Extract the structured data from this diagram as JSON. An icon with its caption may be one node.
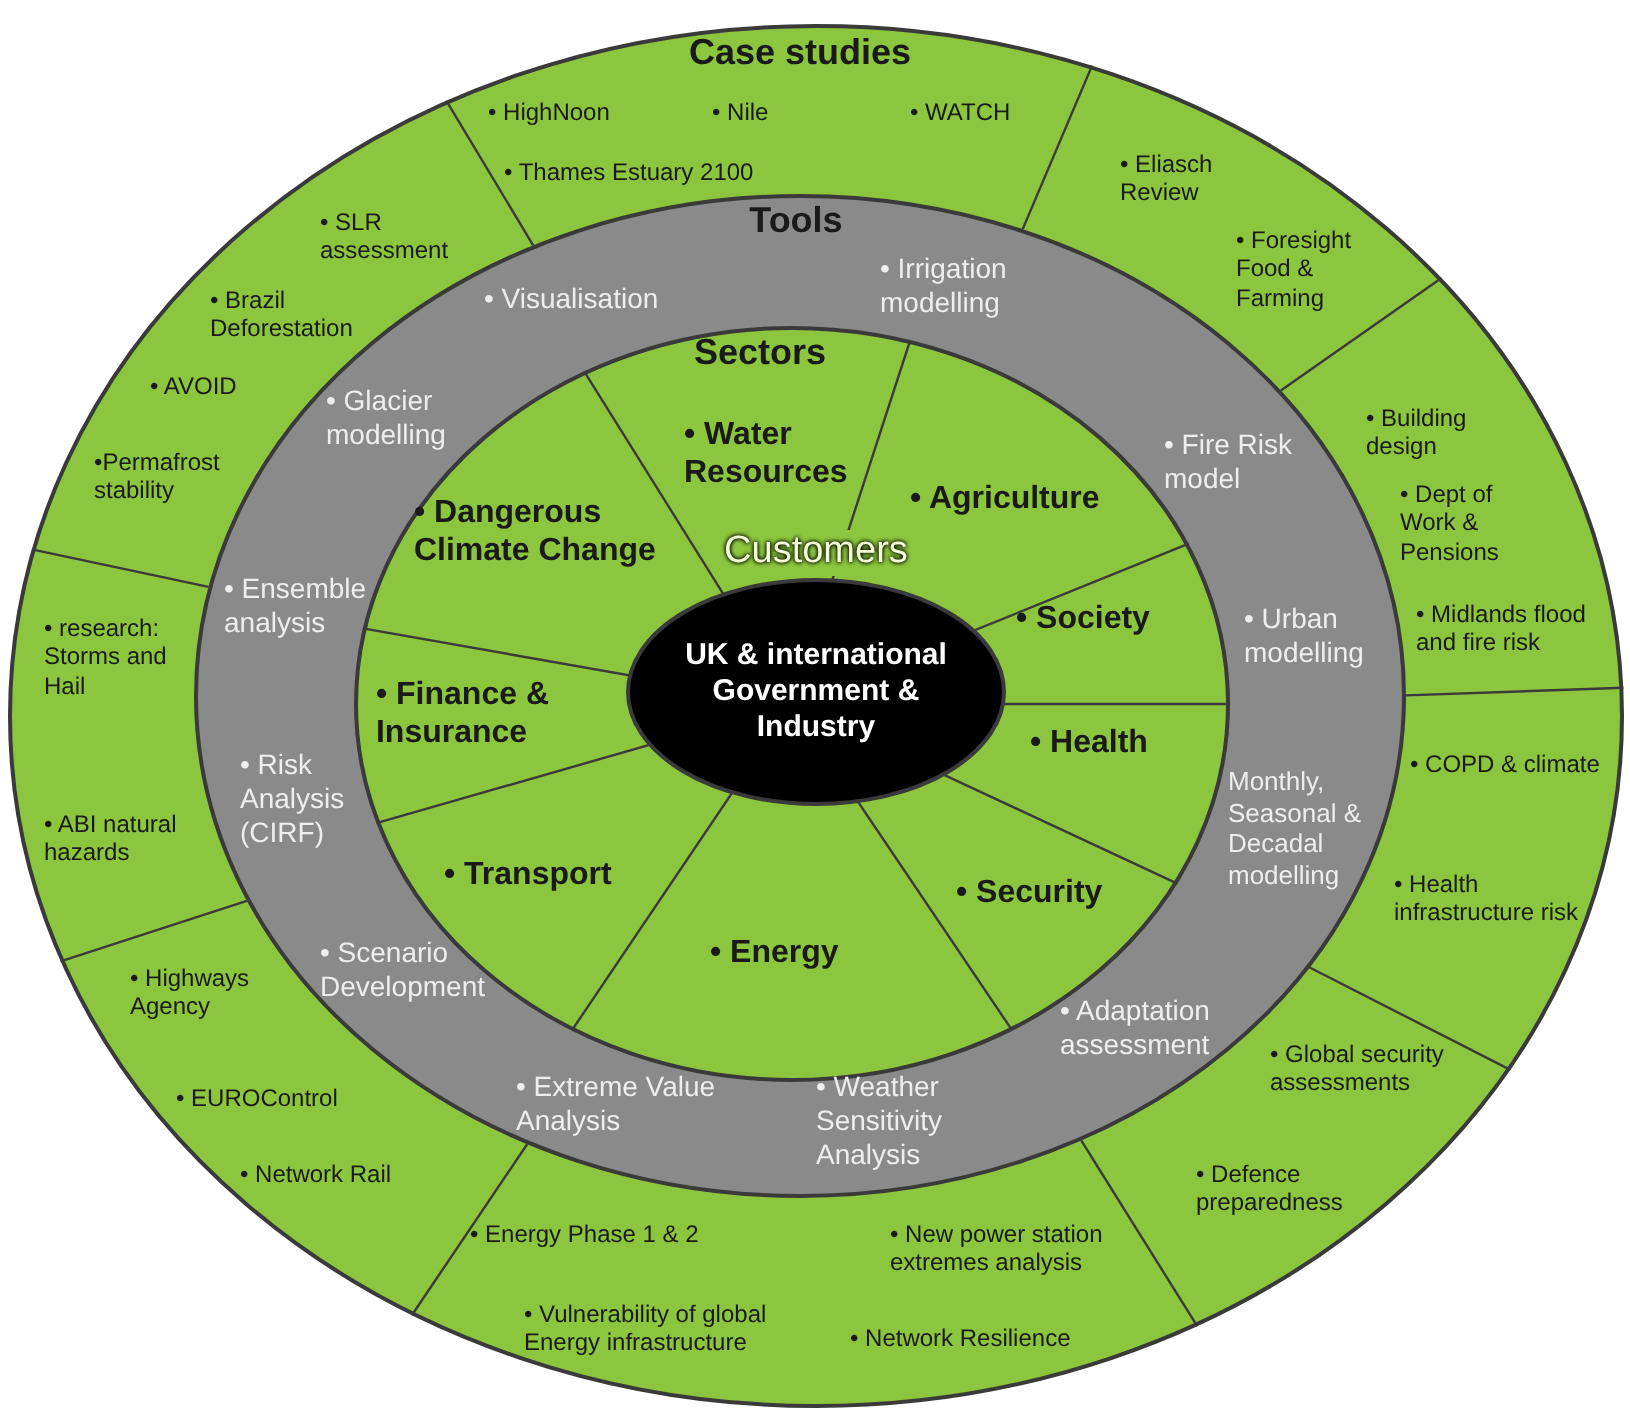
{
  "diagram": {
    "nodes": [
      {
        "text": [
          "Case studies",
          "• HighNoon",
          "• Nile",
          "• WATCH",
          "• Thames Estuary 2100",
          "• Eliasch Review",
          "• Foresight Food & Farming",
          "• Building design",
          "• Dept of Work & Pensions",
          "• Midlands flood and fire risk",
          "• COPD & climate",
          "• Health infrastructure risk",
          "• Global security assessments",
          "• Defence preparedness",
          "• Energy Phase 1 & 2",
          "• New power station extremes analysis",
          "• Vulnerability of global Energy infrastructure",
          "• Network Resilience",
          "• Highways Agency",
          "• EUROControl",
          "• Network Rail",
          "• research: Storms and Hail",
          "• ABI natural hazards",
          "• SLR assessment",
          "• Brazil Deforestation",
          "• AVOID",
          "•Permafrost stability"
        ]
      },
      {
        "text": [
          "Tools",
          "• Visualisation",
          "• Irrigation modelling",
          "• Glacier modelling",
          "• Fire Risk model",
          "• Ensemble analysis",
          "• Urban modelling",
          "• Risk Analysis (CIRF)",
          "Monthly, Seasonal & Decadal modelling",
          "• Scenario Development",
          "• Adaptation assessment",
          "• Extreme Value Analysis",
          "• Weather Sensitivity Analysis"
        ],
        "in": 0
      },
      {
        "text": [
          "Sectors",
          "• Water Resources",
          "• Agriculture",
          "• Dangerous Climate Change",
          "• Society",
          "• Finance & Insurance",
          "• Health",
          "• Transport",
          "• Security",
          "• Energy"
        ],
        "in": 1
      },
      {
        "text": [
          "Customers",
          "UK & international Government & Industry"
        ],
        "in": 2
      }
    ],
    "edges": []
  }
}
